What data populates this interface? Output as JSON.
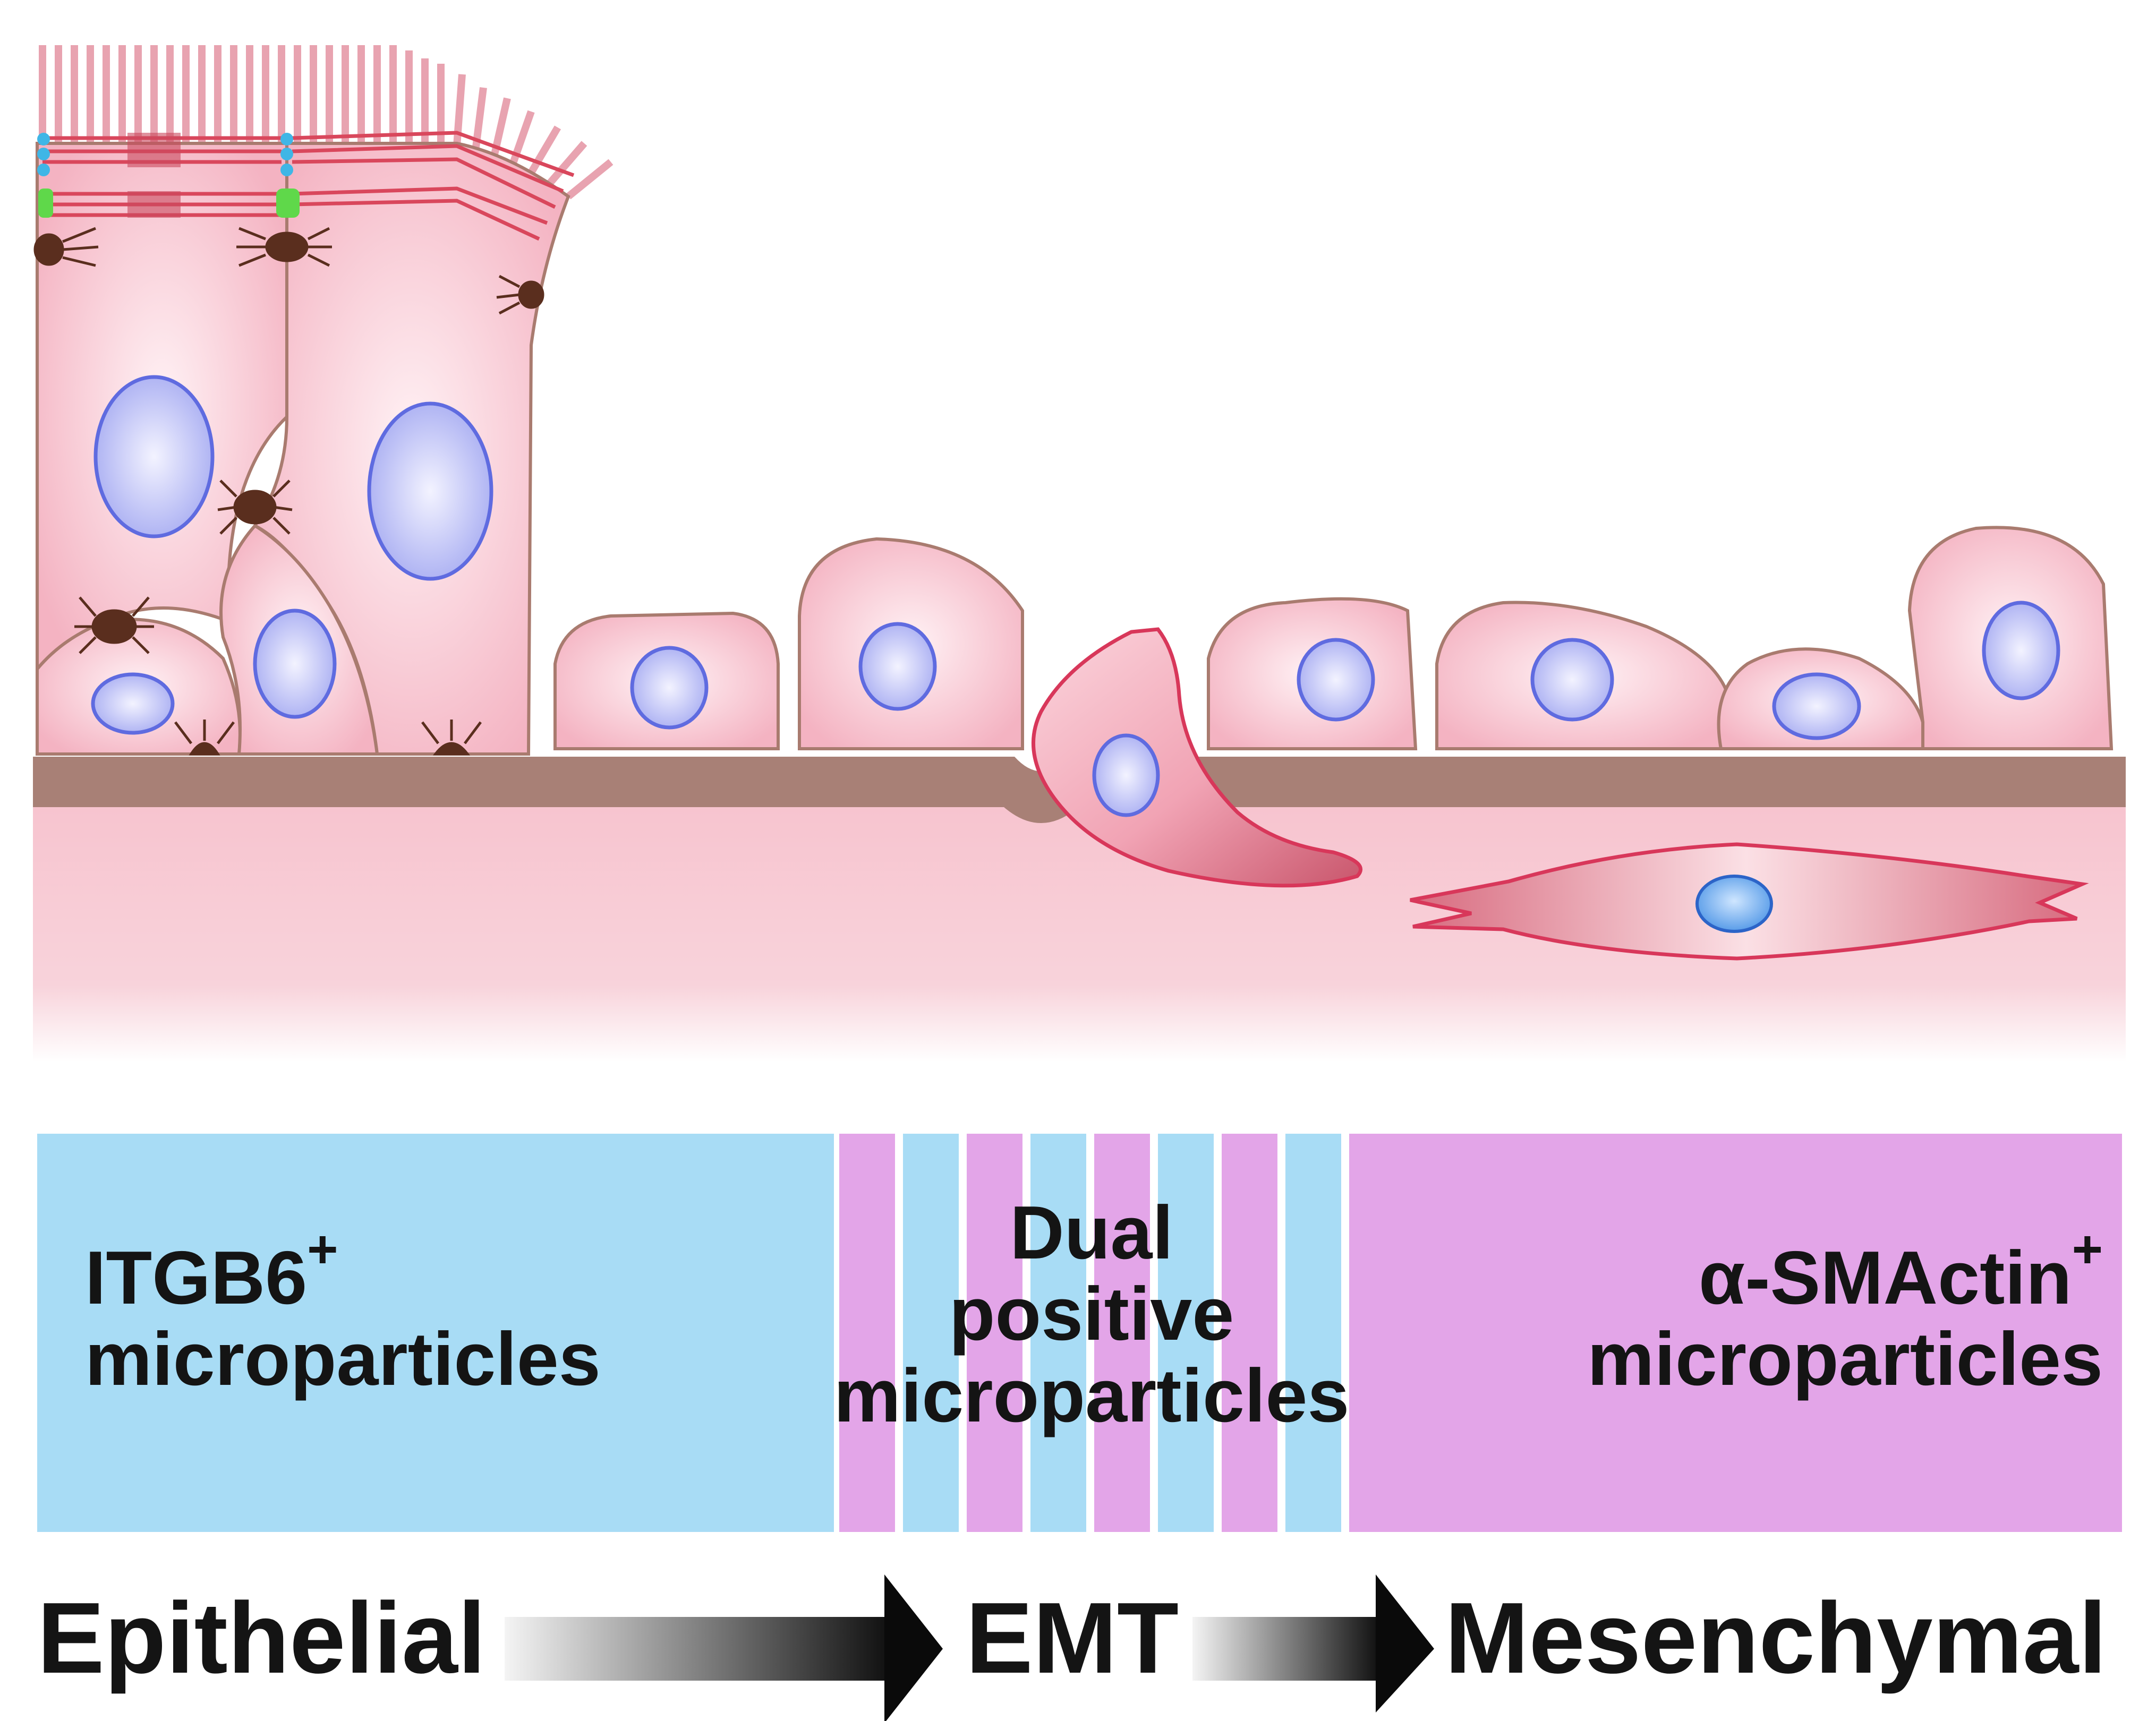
{
  "labels": {
    "itgb6": {
      "line1": "ITGB6",
      "sup": "+",
      "line2": "microparticles"
    },
    "dual": {
      "line1": "Dual",
      "line2": "positive",
      "line3": "microparticles"
    },
    "asma": {
      "line1": "α-SMActin",
      "sup": "+",
      "line2": "microparticles"
    }
  },
  "stages": [
    "Epithelial",
    "EMT",
    "Mesenchymal"
  ],
  "colors": {
    "cell_fill": "#f6b9c6",
    "cell_edge": "#a97b6f",
    "nucleus_fill": "#b3b6f2",
    "nucleus_edge": "#5f6be0",
    "basement_membrane": "#a88076",
    "stroma": "#f7c4cf",
    "microvilli_fibers": "#d9475c",
    "tight_junction": "#3fb6e6",
    "adherens_junction": "#5fd84a",
    "desmosome": "#5a2e1e",
    "mesenchymal_edge": "#d8375a",
    "mesenchymal_nucleus": "#5a9fe8",
    "itgb6_band": "#a8dcf5",
    "asma_band": "#e3a5e8",
    "arrow_dark": "#0a0a0a"
  }
}
